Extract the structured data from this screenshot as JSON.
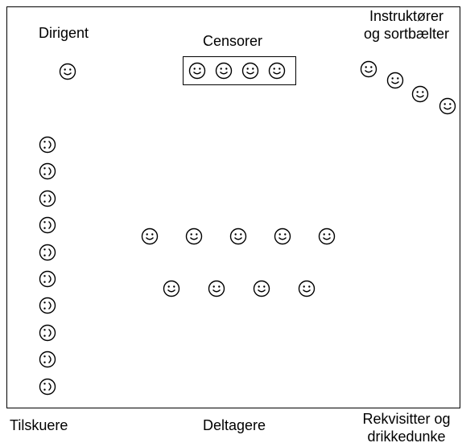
{
  "labels": {
    "dirigent": "Dirigent",
    "censorer": "Censorer",
    "instruktorer_line1": "Instruktører",
    "instruktorer_line2": "og sortbælter",
    "tilskuere": "Tilskuere",
    "deltagere": "Deltagere",
    "rekvisitter_line1": "Rekvisitter og",
    "rekvisitter_line2": "drikkedunke"
  },
  "icons": {
    "front_face": "smiley-face-icon",
    "side_face": "side-facing-smiley-icon"
  },
  "groups": {
    "dirigent_count": 1,
    "censorer_count": 4,
    "instruktorer_count": 4,
    "tilskuere_count": 10,
    "deltagere_row1_count": 5,
    "deltagere_row2_count": 4
  }
}
